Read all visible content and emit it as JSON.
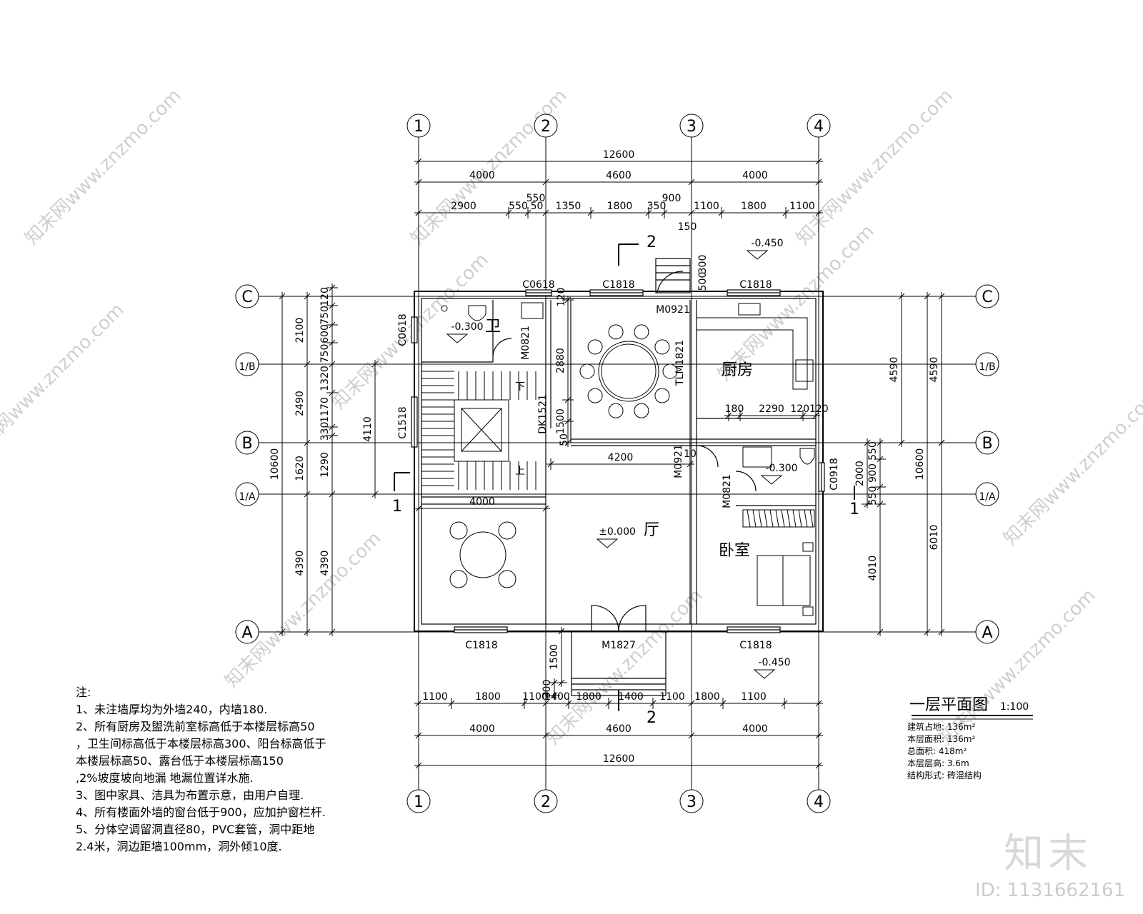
{
  "drawing": {
    "title": "一层平面图",
    "scale": "1:100",
    "axes_vertical": [
      "1",
      "2",
      "3",
      "4"
    ],
    "axes_horizontal": [
      "C",
      "1/B",
      "B",
      "1/A",
      "A"
    ],
    "section_marks": [
      "1",
      "1",
      "2",
      "2"
    ],
    "top_dims": {
      "total": "12600",
      "level2": [
        "4000",
        "4600",
        "4000"
      ],
      "level3": [
        "2900",
        "550",
        "50",
        "1350",
        "1800",
        "350",
        "1100",
        "1800",
        "1100"
      ],
      "extra": [
        "550",
        "900",
        "150"
      ]
    },
    "bottom_dims": {
      "total": "12600",
      "level2": [
        "4000",
        "4600",
        "4000"
      ],
      "level3": [
        "1100",
        "1800",
        "1100",
        "1400",
        "1800",
        "1400",
        "1100",
        "1800",
        "1100"
      ],
      "porch": [
        "1500",
        "300"
      ]
    },
    "left_dims": {
      "total": "10600",
      "level2": [
        "2100",
        "2490",
        "1620",
        "4390"
      ],
      "level3": [
        "750",
        "600",
        "750",
        "1320",
        "1170",
        "330",
        "1290",
        "4390"
      ],
      "top": "120",
      "stair": "4110"
    },
    "right_dims": {
      "total": "10600",
      "level2": [
        "4590",
        "6010"
      ],
      "level3": [
        "4590",
        "550",
        "900",
        "550",
        "2000",
        "4010"
      ]
    },
    "windows": [
      "C0618",
      "C1818",
      "C1818",
      "C0618",
      "C1518",
      "C1818",
      "C1818",
      "C0918"
    ],
    "doors": [
      "M0921",
      "M0821",
      "TLM1821",
      "M0921",
      "M0821",
      "M1827",
      "DK1521"
    ],
    "interior_dims": [
      "2880",
      "1500",
      "50",
      "4200",
      "4000",
      "180",
      "2290",
      "120120",
      "120",
      "300",
      "500",
      "10"
    ],
    "rooms": {
      "kitchen": "厨房",
      "living": "厅",
      "bedroom": "卧室",
      "wc": "卫"
    },
    "levels": {
      "outside_top": "-0.450",
      "outside_bottom": "-0.450",
      "wc": "-0.300",
      "bath": "-0.300",
      "living": "±0.000"
    },
    "stair_labels": [
      "下",
      "上"
    ]
  },
  "notes": {
    "heading": "注:",
    "lines": [
      "1、未注墙厚均为外墙240，内墙180.",
      "2、所有厨房及盥洗前室标高低于本楼层标高50",
      "，卫生间标高低于本楼层标高300、阳台标高低于",
      "本楼层标高50、露台低于本楼层标高150",
      ",2%坡度坡向地漏 地漏位置详水施.",
      "3、图中家具、洁具为布置示意，由用户自理.",
      "4、所有楼面外墙的窗台低于900，应加护窗栏杆.",
      "5、分体空调留洞直径80，PVC套管，洞中距地",
      "2.4米，洞边距墙100mm，洞外倾10度."
    ]
  },
  "legend": {
    "lines": [
      "建筑占地: 136m²",
      "本层面积: 136m²",
      "总面积: 418m²",
      "本层层高: 3.6m",
      "结构形式:   砖混结构"
    ]
  },
  "watermark": {
    "text": "知末网www.znzmo.com",
    "brand": "知末",
    "id": "ID: 1131662161"
  }
}
